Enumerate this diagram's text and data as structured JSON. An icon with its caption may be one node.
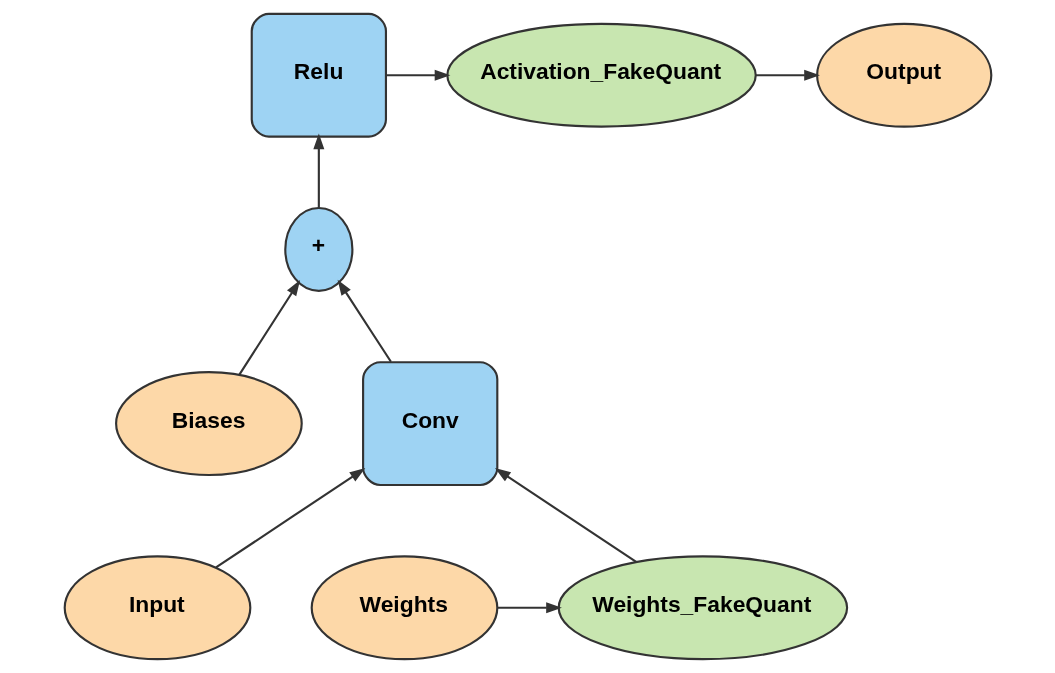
{
  "diagram": {
    "nodes": [
      {
        "text": [
          "Relu"
        ]
      },
      {
        "text": [
          "Activation_FakeQuant"
        ]
      },
      {
        "text": [
          "Output"
        ]
      },
      {
        "text": [
          "+"
        ]
      },
      {
        "text": [
          "Biases"
        ]
      },
      {
        "text": [
          "Conv"
        ]
      },
      {
        "text": [
          "Input"
        ]
      },
      {
        "text": [
          "Weights_FakeQuant"
        ]
      },
      {
        "text": [
          "Weights"
        ]
      }
    ],
    "edges": [
      {
        "from": 0,
        "to": 1,
        "arrow": "to"
      },
      {
        "from": 1,
        "to": 2,
        "arrow": "to"
      },
      {
        "from": 3,
        "to": 0,
        "arrow": "to"
      },
      {
        "from": 4,
        "to": 3,
        "arrow": "to"
      },
      {
        "from": 5,
        "to": 3,
        "arrow": "to"
      },
      {
        "from": 6,
        "to": 5,
        "arrow": "to"
      },
      {
        "from": 7,
        "to": 5,
        "arrow": "to"
      },
      {
        "from": 8,
        "to": 7,
        "arrow": "to"
      }
    ]
  }
}
